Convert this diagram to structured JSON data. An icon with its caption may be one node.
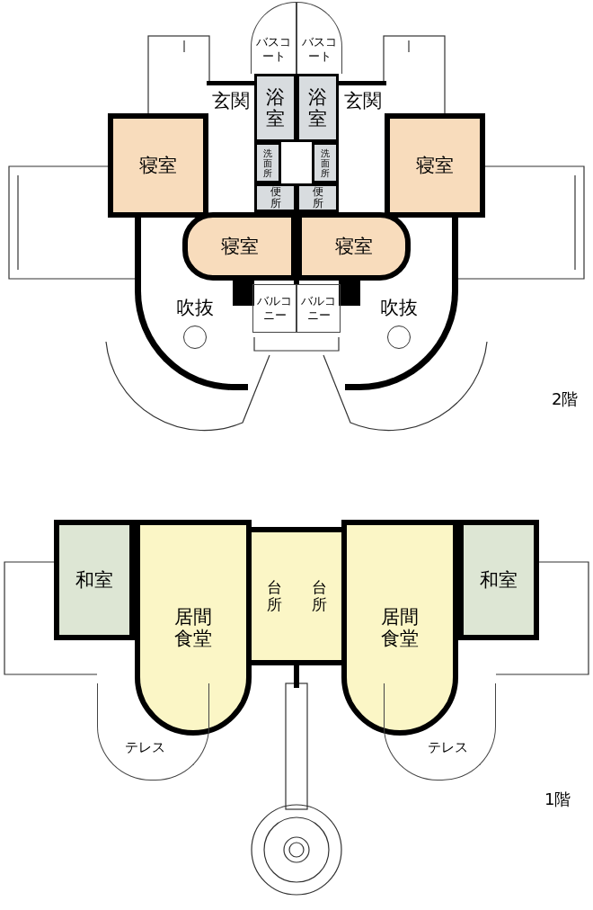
{
  "diagram": {
    "nodes": [
      {
        "text": [
          "バスコート"
        ]
      },
      {
        "text": [
          "バスコート"
        ]
      },
      {
        "text": [
          "玄関"
        ]
      },
      {
        "text": [
          "浴室"
        ]
      },
      {
        "text": [
          "浴室"
        ]
      },
      {
        "text": [
          "玄関"
        ]
      },
      {
        "text": [
          "寝室"
        ]
      },
      {
        "text": [
          "洗面所"
        ]
      },
      {
        "text": [
          "洗面所"
        ]
      },
      {
        "text": [
          "寝室"
        ]
      },
      {
        "text": [
          "便所"
        ]
      },
      {
        "text": [
          "便所"
        ]
      },
      {
        "text": [
          "寝室"
        ]
      },
      {
        "text": [
          "寝室"
        ]
      },
      {
        "text": [
          "バルコニー"
        ]
      },
      {
        "text": [
          "バルコニー"
        ]
      },
      {
        "text": [
          "吹抜"
        ]
      },
      {
        "text": [
          "吹抜"
        ]
      },
      {
        "text": [
          "和室"
        ]
      },
      {
        "text": [
          "居間食堂"
        ]
      },
      {
        "text": [
          "台所"
        ]
      },
      {
        "text": [
          "台所"
        ]
      },
      {
        "text": [
          "居間食堂"
        ]
      },
      {
        "text": [
          "和室"
        ]
      },
      {
        "text": [
          "テレス"
        ]
      },
      {
        "text": [
          "テレス"
        ]
      }
    ],
    "labels": [
      "2階",
      "1階"
    ]
  }
}
